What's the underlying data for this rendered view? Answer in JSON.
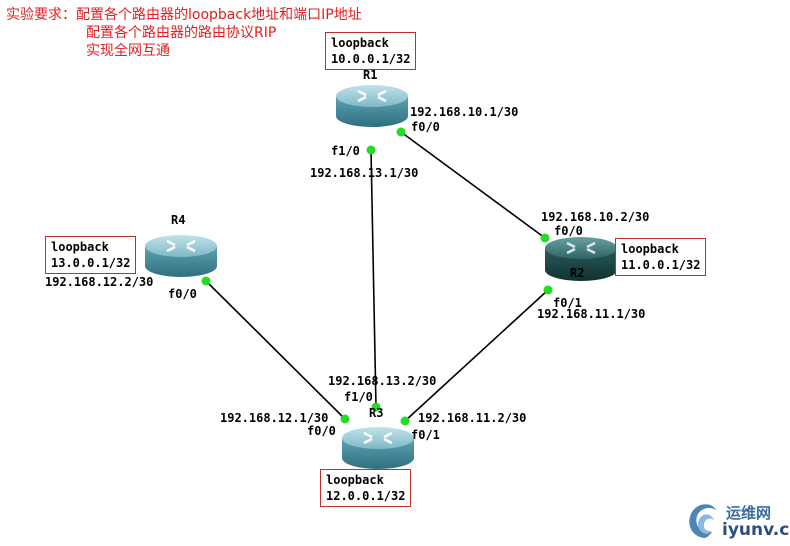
{
  "requirements": {
    "line1": "实验要求：配置各个路由器的loopback地址和端口IP地址",
    "line2": "配置各个路由器的路由协议RIP",
    "line3": "实现全网互通"
  },
  "routers": {
    "r1": {
      "name": "R1",
      "loopback_title": "loopback",
      "loopback_ip": "10.0.0.1/32"
    },
    "r2": {
      "name": "R2",
      "loopback_title": "loopback",
      "loopback_ip": "11.0.0.1/32"
    },
    "r3": {
      "name": "R3",
      "loopback_title": "loopback",
      "loopback_ip": "12.0.0.1/32"
    },
    "r4": {
      "name": "R4",
      "loopback_title": "loopback",
      "loopback_ip": "13.0.0.1/32"
    }
  },
  "interfaces": {
    "r1_f00": {
      "name": "f0/0",
      "ip": "192.168.10.1/30"
    },
    "r1_f10": {
      "name": "f1/0",
      "ip": "192.168.13.1/30"
    },
    "r2_f00": {
      "name": "f0/0",
      "ip": "192.168.10.2/30"
    },
    "r2_f01": {
      "name": "f0/1",
      "ip": "192.168.11.1/30"
    },
    "r3_f10": {
      "name": "f1/0",
      "ip": "192.168.13.2/30"
    },
    "r3_f00": {
      "name": "f0/0",
      "ip": "192.168.12.1/30"
    },
    "r3_f01": {
      "name": "f0/1",
      "ip": "192.168.11.2/30"
    },
    "r4_f00": {
      "name": "f0/0",
      "ip": "192.168.12.2/30"
    }
  },
  "watermark": {
    "text_cn": "运维网",
    "text_en": "iyunv.com"
  },
  "colors": {
    "router_body": "#4a8fa0",
    "router2_body": "#1f4f4f",
    "link_dot": "#22dd22",
    "requirement_text": "#e02020",
    "box_border": "#c0302a"
  }
}
